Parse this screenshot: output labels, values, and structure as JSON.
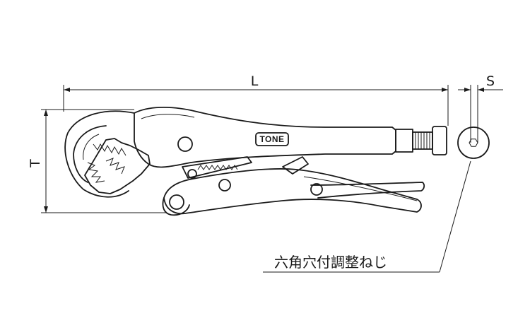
{
  "dimensions": {
    "length_label": "L",
    "height_label": "T",
    "socket_label": "S"
  },
  "tool": {
    "brand": "TONE"
  },
  "callout": {
    "text": "六角穴付調整ねじ"
  },
  "colors": {
    "line": "#1a1a1a",
    "background": "#ffffff"
  }
}
